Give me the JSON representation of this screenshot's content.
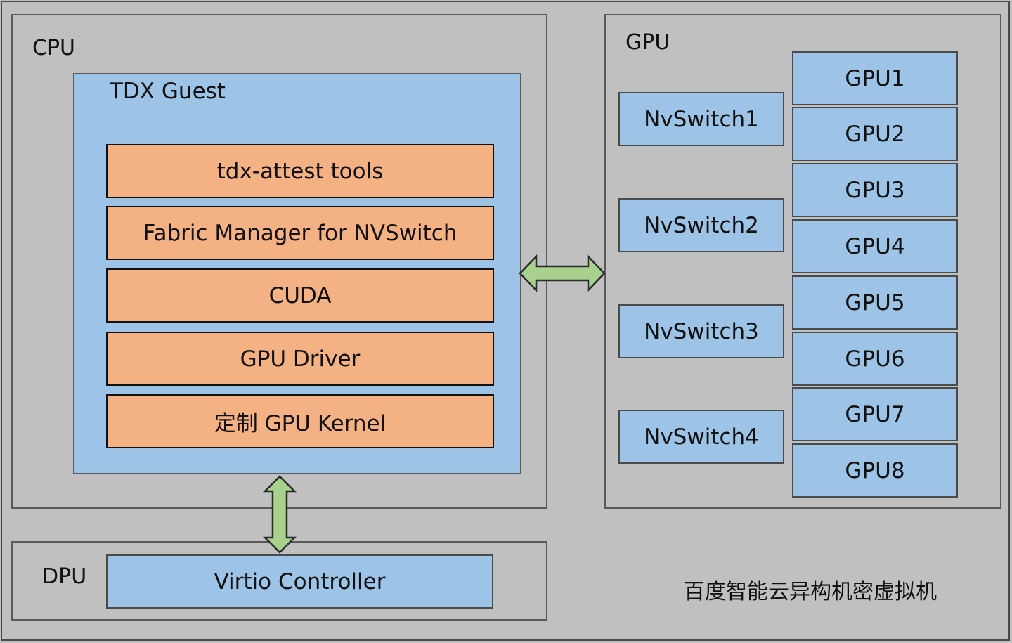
{
  "cpu": {
    "label": "CPU",
    "guest": {
      "label": "TDX Guest",
      "layers": [
        "tdx-attest tools",
        "Fabric Manager for NVSwitch",
        "CUDA",
        "GPU Driver",
        "定制 GPU Kernel"
      ]
    }
  },
  "gpu": {
    "label": "GPU",
    "switches": [
      "NvSwitch1",
      "NvSwitch2",
      "NvSwitch3",
      "NvSwitch4"
    ],
    "gpus": [
      "GPU1",
      "GPU2",
      "GPU3",
      "GPU4",
      "GPU5",
      "GPU6",
      "GPU7",
      "GPU8"
    ]
  },
  "dpu": {
    "label": "DPU",
    "controller": "Virtio Controller"
  },
  "footer": "百度智能云异构机密虚拟机",
  "colors": {
    "background": "#c0c0c0",
    "guest_fill": "#9dc3e6",
    "layer_fill": "#f4b183",
    "arrow_fill": "#a9d18e"
  }
}
